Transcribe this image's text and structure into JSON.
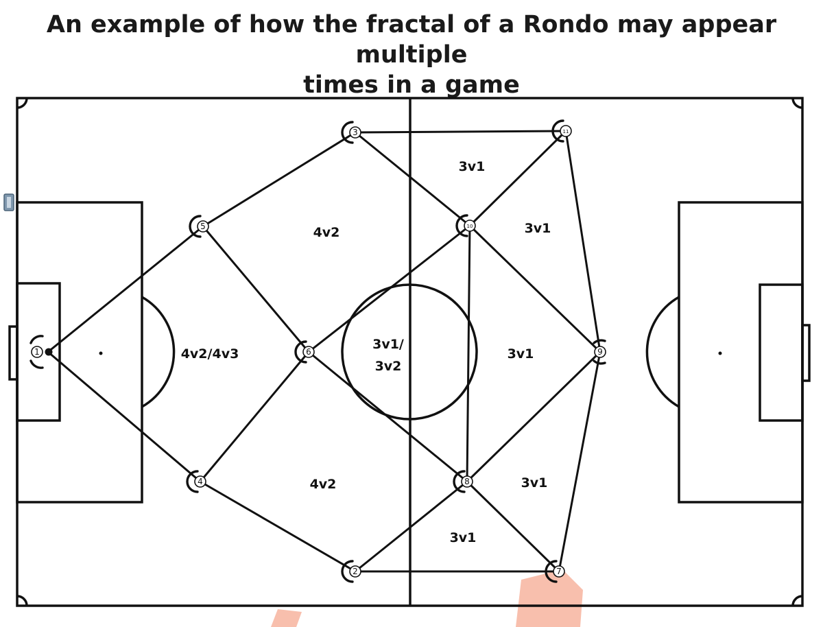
{
  "title_line1": "An example of how the fractal of a Rondo may appear multiple",
  "title_line2": "times in a game",
  "zones": {
    "z_3v1_top": "3v1",
    "z_3v1_upper_right": "3v1",
    "z_4v2_upper": "4v2",
    "z_4v2_4v3": "4v2/4v3",
    "z_center_line1": "3v1/",
    "z_center_line2": "3v2",
    "z_3v1_right": "3v1",
    "z_4v2_lower": "4v2",
    "z_3v1_lower_right": "3v1",
    "z_3v1_bottom": "3v1"
  },
  "players": {
    "p1": "1",
    "p2": "2",
    "p3": "3",
    "p4": "4",
    "p5": "5",
    "p6": "6",
    "p7": "7",
    "p8": "8",
    "p9": "9",
    "p10": "10",
    "p11": "11"
  },
  "colors": {
    "line": "#111111",
    "background": "#ffffff",
    "watermark": "#f5a48a",
    "tab": "#7f97ad"
  }
}
